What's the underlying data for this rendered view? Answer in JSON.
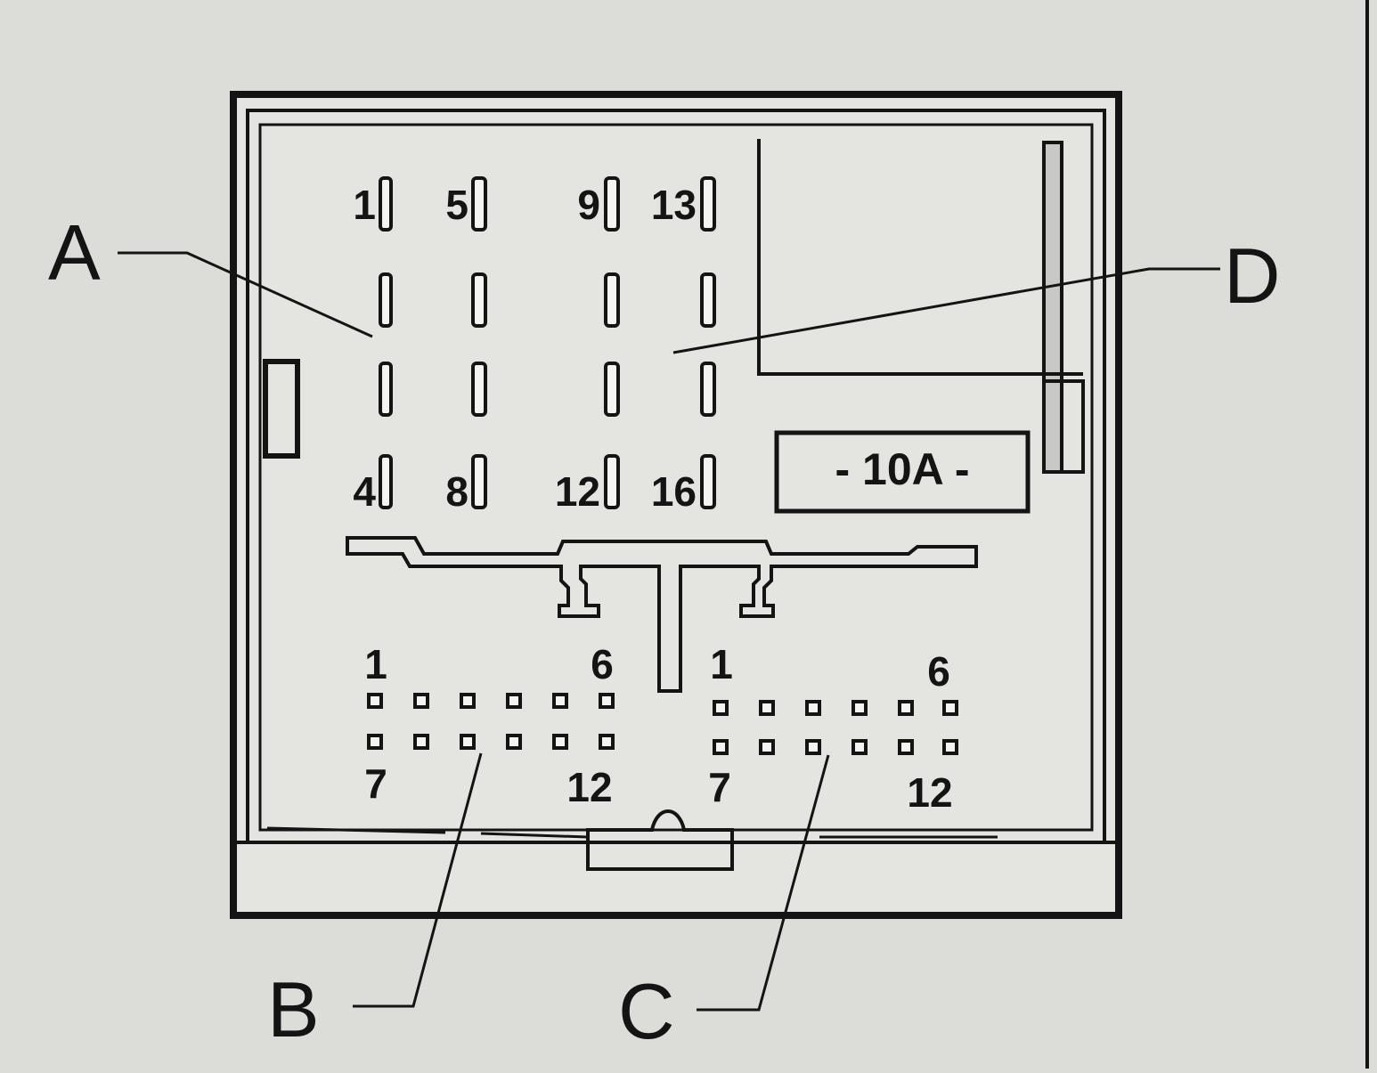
{
  "callouts": {
    "A": "A",
    "B": "B",
    "C": "C",
    "D": "D"
  },
  "fuse_label": "- 10A -",
  "large_connector": {
    "top_labels": [
      "1",
      "5",
      "9",
      "13"
    ],
    "bottom_labels": [
      "4",
      "8",
      "12",
      "16"
    ]
  },
  "small_connector_b": {
    "labels": [
      "1",
      "6",
      "7",
      "12"
    ]
  },
  "small_connector_c": {
    "labels": [
      "1",
      "6",
      "7",
      "12"
    ]
  },
  "colors": {
    "ink": "#141414",
    "paper": "#dcdcd8",
    "panel": "#e4e4e0"
  }
}
